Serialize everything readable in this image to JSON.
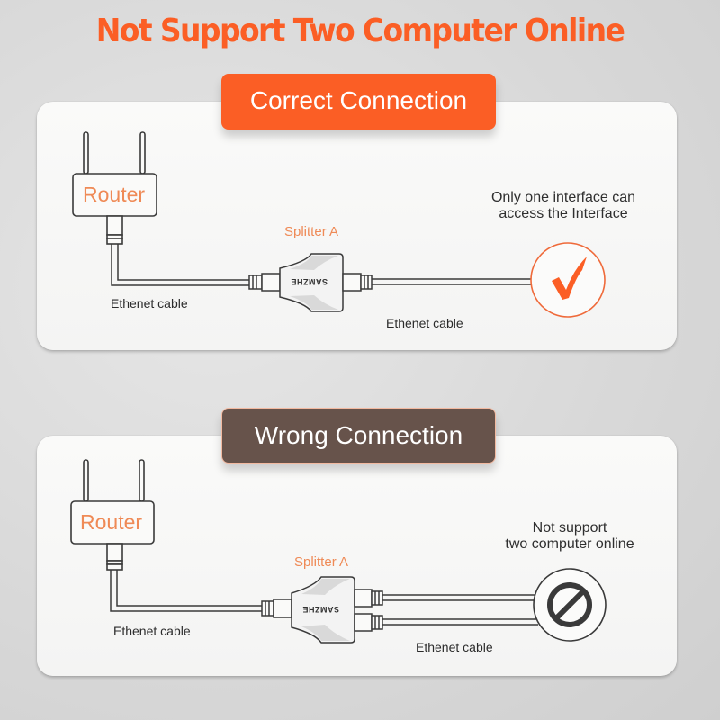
{
  "header": {
    "title": "Not Support Two Computer Online"
  },
  "colors": {
    "accent_orange": "#fb5e25",
    "label_orange": "#ef8a56",
    "wrong_brown": "#67534b",
    "line_dark": "#3a3a3a",
    "panel_bg": "#f6f6f5",
    "page_bg": "#dcdcdc"
  },
  "correct": {
    "badge_label": "Correct Connection",
    "router_label": "Router",
    "splitter_label": "Splitter A",
    "splitter_brand": "SAMZHE",
    "cable_label_left": "Ethenet cable",
    "cable_label_right": "Ethenet cable",
    "note_line1": "Only one interface can",
    "note_line2": "access the Interface",
    "status_icon": "check-icon"
  },
  "wrong": {
    "badge_label": "Wrong Connection",
    "router_label": "Router",
    "splitter_label": "Splitter A",
    "splitter_brand": "SAMZHE",
    "cable_label_left": "Ethenet cable",
    "cable_label_right": "Ethenet cable",
    "note_line1": "Not support",
    "note_line2": "two computer online",
    "status_icon": "prohibited-icon"
  }
}
